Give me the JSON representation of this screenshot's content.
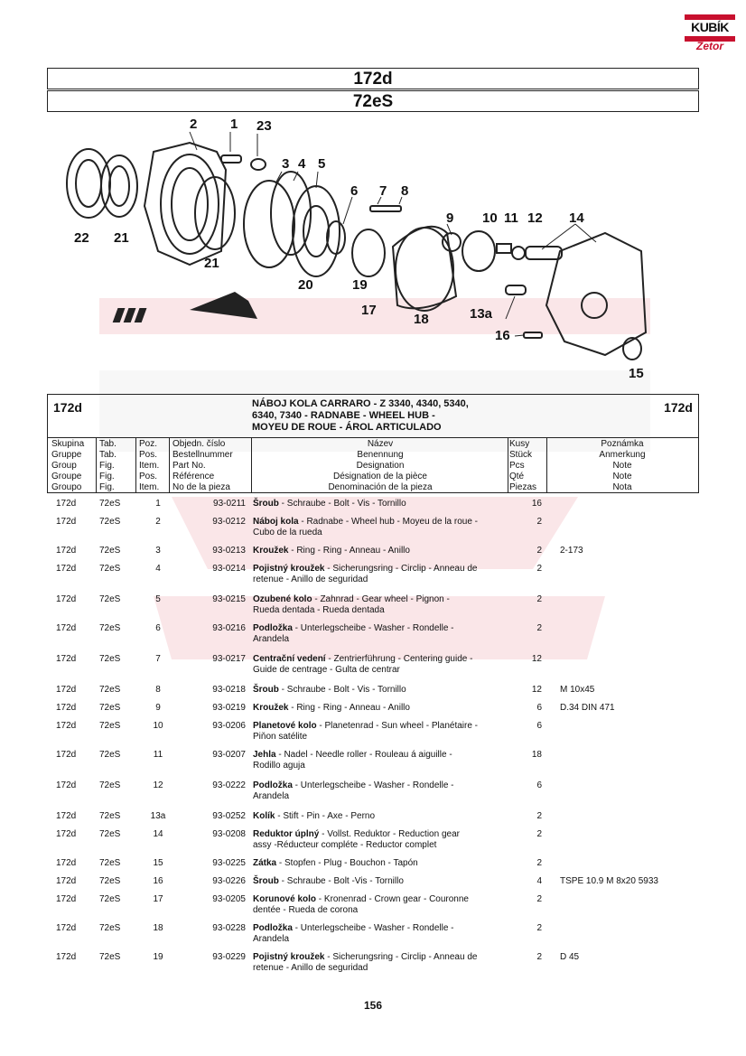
{
  "logo": {
    "brand": "KUBÍK",
    "sub": "Zetor"
  },
  "title": {
    "group": "172d",
    "table": "72eS"
  },
  "figure": {
    "callouts": [
      "2",
      "1",
      "23",
      "3",
      "4",
      "5",
      "6",
      "7",
      "8",
      "9",
      "10",
      "11",
      "12",
      "14",
      "22",
      "21",
      "21",
      "20",
      "19",
      "17",
      "18",
      "13a",
      "16",
      "15"
    ]
  },
  "header": {
    "group_left": "172d",
    "group_right": "172d",
    "title_lines": [
      "NÁBOJ KOLA CARRARO - Z 3340, 4340, 5340,",
      "6340, 7340 - RADNABE - WHEEL HUB -",
      "MOYEU DE ROUE - ÁROL ARTICULADO"
    ],
    "columns": {
      "skupina": [
        "Skupina",
        "Gruppe",
        "Group",
        "Groupe",
        "Groupo"
      ],
      "tab": [
        "Tab.",
        "Tab.",
        "Fig.",
        "Fig.",
        "Fig."
      ],
      "poz": [
        "Poz.",
        "Pos.",
        "Item.",
        "Pos.",
        "Item."
      ],
      "part": [
        "Objedn. číslo",
        "Bestellnummer",
        "Part No.",
        "Référence",
        "No de la pieza"
      ],
      "name": [
        "Název",
        "Benennung",
        "Designation",
        "Désignation de la pièce",
        "Denominación de la pieza"
      ],
      "qty": [
        "Kusy",
        "Stück",
        "Pcs",
        "Qté",
        "Piezas"
      ],
      "note": [
        "Poznámka",
        "Anmerkung",
        "Note",
        "Note",
        "Nota"
      ]
    }
  },
  "rows": [
    {
      "g": "172d",
      "t": "72eS",
      "p": "1",
      "n": "93-0211",
      "b": "Šroub",
      "d": " - Schraube - Bolt - Vis - Tornillo",
      "q": "16",
      "note": ""
    },
    {
      "g": "172d",
      "t": "72eS",
      "p": "2",
      "n": "93-0212",
      "b": "Náboj kola",
      "d": " - Radnabe - Wheel hub - Moyeu de la roue -",
      "d2": "Cubo de la rueda",
      "q": "2",
      "note": ""
    },
    {
      "g": "172d",
      "t": "72eS",
      "p": "3",
      "n": "93-0213",
      "b": "Kroužek",
      "d": " - Ring - Ring - Anneau - Anillo",
      "q": "2",
      "note": "2-173"
    },
    {
      "g": "172d",
      "t": "72eS",
      "p": "4",
      "n": "93-0214",
      "b": "Pojistný kroužek",
      "d": " - Sicherungsring - Circlip - Anneau de",
      "d2": "retenue - Anillo de seguridad",
      "q": "2",
      "note": ""
    },
    {
      "g": "172d",
      "t": "72eS",
      "p": "5",
      "n": "93-0215",
      "b": "Ozubené kolo",
      "d": " - Zahnrad - Gear wheel - Pignon -",
      "d2": "Rueda dentada - Rueda dentada",
      "q": "2",
      "note": ""
    },
    {
      "g": "172d",
      "t": "72eS",
      "p": "6",
      "n": "93-0216",
      "b": "Podložka",
      "d": " - Unterlegscheibe - Washer - Rondelle -",
      "d2": "Arandela",
      "q": "2",
      "note": ""
    },
    {
      "g": "172d",
      "t": "72eS",
      "p": "7",
      "n": "93-0217",
      "b": "Centrační vedení",
      "d": " - Zentrierführung - Centering guide -",
      "d2": "Guide de centrage - Gulta de centrar",
      "q": "12",
      "note": ""
    },
    {
      "g": "172d",
      "t": "72eS",
      "p": "8",
      "n": "93-0218",
      "b": "Šroub",
      "d": " - Schraube - Bolt - Vis - Tornillo",
      "q": "12",
      "note": "M 10x45"
    },
    {
      "g": "172d",
      "t": "72eS",
      "p": "9",
      "n": "93-0219",
      "b": "Kroužek",
      "d": " - Ring - Ring - Anneau - Anillo",
      "q": "6",
      "note": "D.34 DIN 471"
    },
    {
      "g": "172d",
      "t": "72eS",
      "p": "10",
      "n": "93-0206",
      "b": "Planetové kolo",
      "d": " - Planetenrad - Sun wheel - Planétaire -",
      "d2": "Piňon satélite",
      "q": "6",
      "note": ""
    },
    {
      "g": "172d",
      "t": "72eS",
      "p": "11",
      "n": "93-0207",
      "b": "Jehla",
      "d": " - Nadel - Needle roller - Rouleau á aiguille -",
      "d2": "Rodillo aguja",
      "q": "18",
      "note": ""
    },
    {
      "g": "172d",
      "t": "72eS",
      "p": "12",
      "n": "93-0222",
      "b": "Podložka",
      "d": " - Unterlegscheibe - Washer - Rondelle -",
      "d2": "Arandela",
      "q": "6",
      "note": ""
    },
    {
      "g": "172d",
      "t": "72eS",
      "p": "13a",
      "n": "93-0252",
      "b": "Kolík",
      "d": " - Stift - Pin - Axe - Perno",
      "q": "2",
      "note": ""
    },
    {
      "g": "172d",
      "t": "72eS",
      "p": "14",
      "n": "93-0208",
      "b": "Reduktor úplný",
      "d": " - Vollst. Reduktor - Reduction gear",
      "d2": "assy -Réducteur compléte - Reductor complet",
      "q": "2",
      "note": ""
    },
    {
      "g": "172d",
      "t": "72eS",
      "p": "15",
      "n": "93-0225",
      "b": "Zátka",
      "d": " - Stopfen - Plug - Bouchon - Tapón",
      "q": "2",
      "note": ""
    },
    {
      "g": "172d",
      "t": "72eS",
      "p": "16",
      "n": "93-0226",
      "b": "Šroub",
      "d": " - Schraube - Bolt -Vis - Tornillo",
      "q": "4",
      "note": "TSPE 10.9 M 8x20 5933"
    },
    {
      "g": "172d",
      "t": "72eS",
      "p": "17",
      "n": "93-0205",
      "b": "Korunové kolo",
      "d": " - Kronenrad - Crown gear - Couronne",
      "d2": "dentée - Rueda de corona",
      "q": "2",
      "note": ""
    },
    {
      "g": "172d",
      "t": "72eS",
      "p": "18",
      "n": "93-0228",
      "b": "Podložka",
      "d": " - Unterlegscheibe - Washer - Rondelle -",
      "d2": "Arandela",
      "q": "2",
      "note": ""
    },
    {
      "g": "172d",
      "t": "72eS",
      "p": "19",
      "n": "93-0229",
      "b": "Pojistný kroužek",
      "d": " - Sicherungsring - Circlip - Anneau de",
      "d2": "retenue - Anillo de seguridad",
      "q": "2",
      "note": "D 45"
    }
  ],
  "page_number": "156"
}
